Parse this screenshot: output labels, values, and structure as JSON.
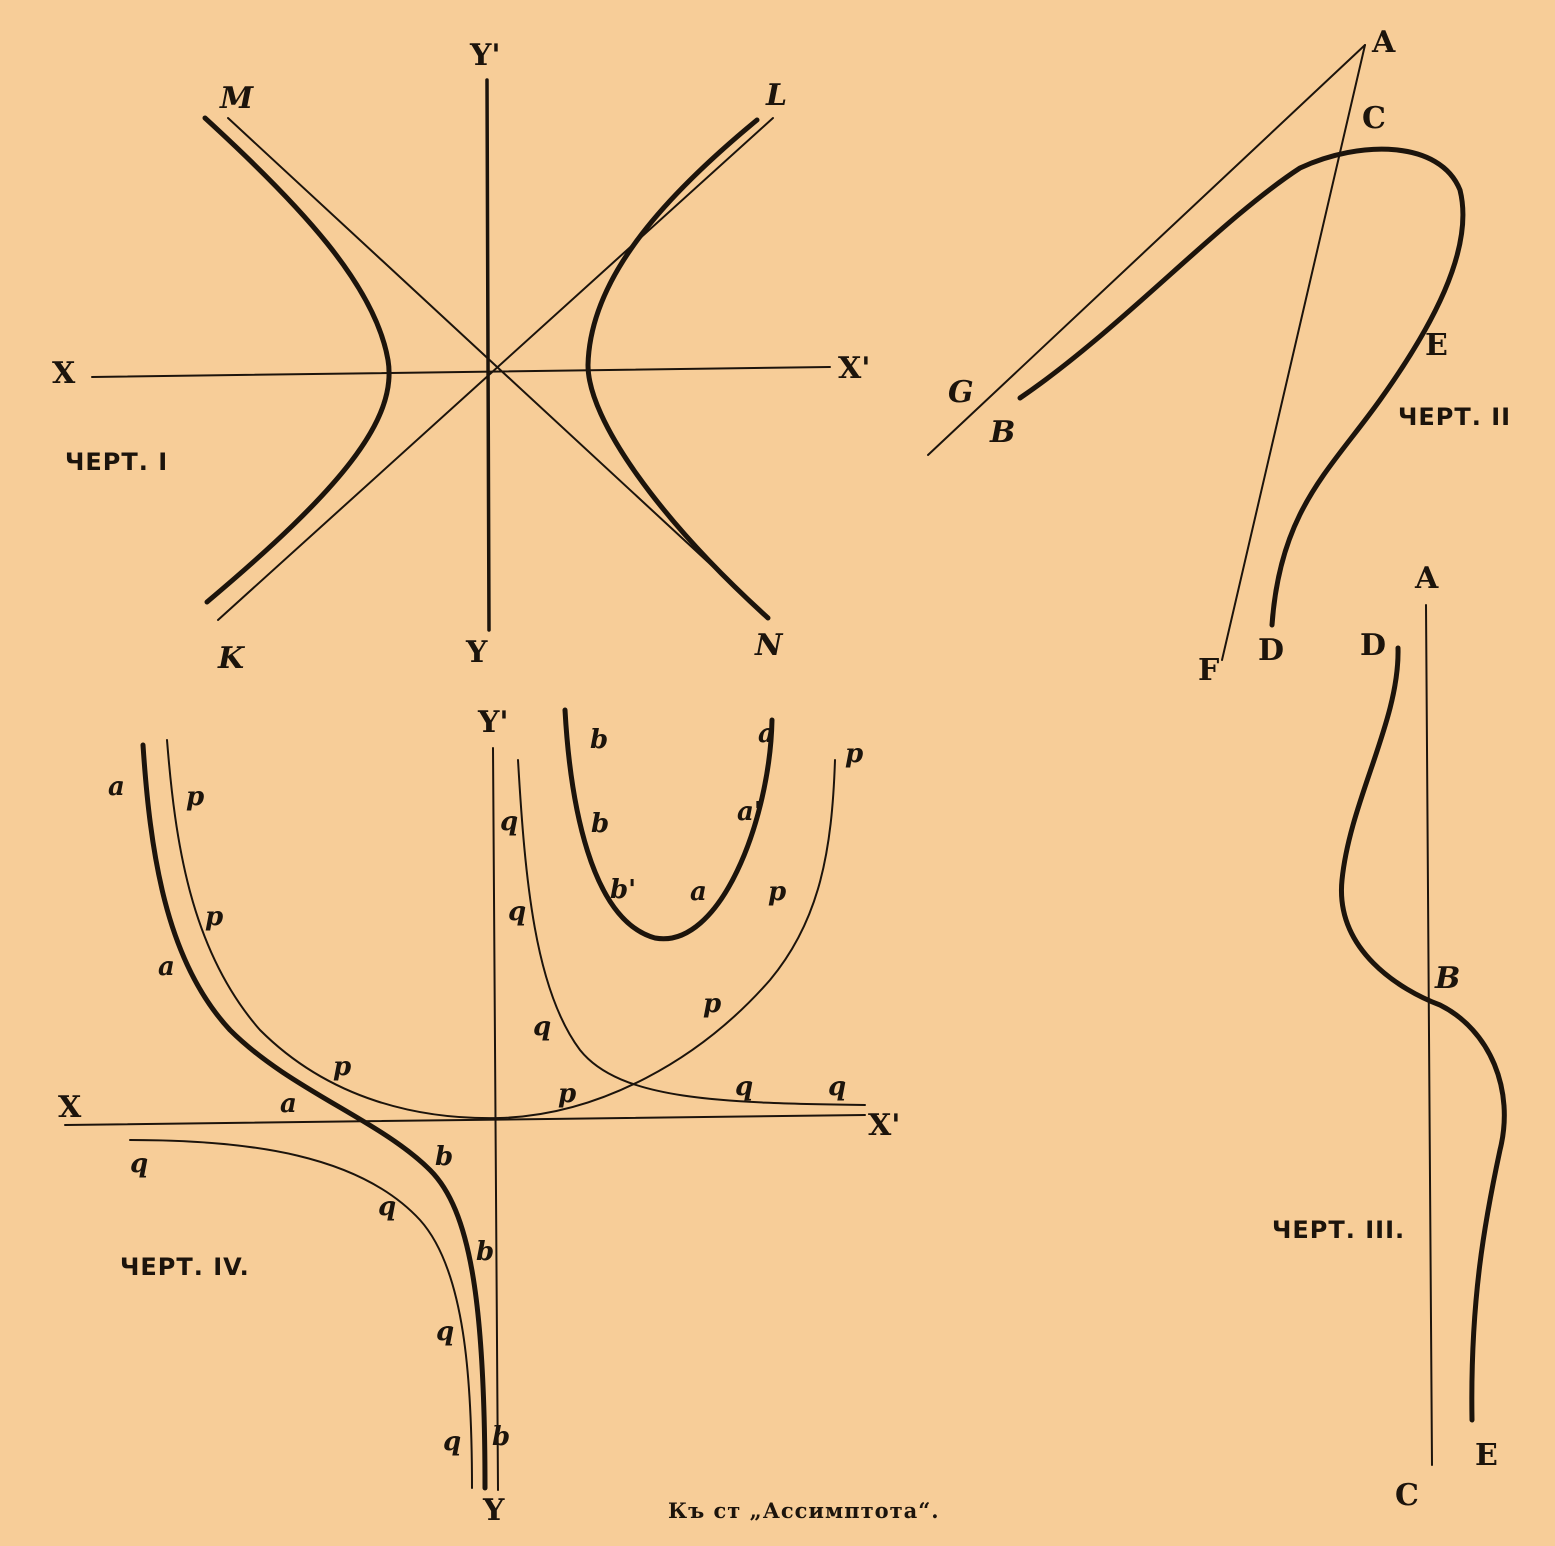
{
  "footer": "Къ ст „Ассимптота“.",
  "figure1": {
    "caption": "ЧЕРТ. I",
    "labels": {
      "Yp": "Y'",
      "Y": "Y",
      "X": "X",
      "Xp": "X'",
      "M": "M",
      "L": "L",
      "K": "K",
      "N": "N"
    }
  },
  "figure2": {
    "caption": "ЧЕРТ. II",
    "labels": {
      "A": "A",
      "C": "C",
      "E": "E",
      "G": "G",
      "B": "B",
      "F": "F",
      "D": "D"
    }
  },
  "figure3": {
    "caption": "ЧЕРТ. III.",
    "labels": {
      "A": "A",
      "D": "D",
      "B": "B",
      "E": "E",
      "C": "C"
    }
  },
  "figure4": {
    "caption": "ЧЕРТ. IV.",
    "labels": {
      "Yp": "Y'",
      "Y": "Y",
      "X": "X",
      "Xp": "X'",
      "a1": "a",
      "p1": "p",
      "p2": "p",
      "a2": "a",
      "p3": "p",
      "a3": "a",
      "b1": "b",
      "q1": "q",
      "q2": "q",
      "b2": "b",
      "q3": "q",
      "q4": "q",
      "b3": "b",
      "q5": "q",
      "q6": "q",
      "q7": "q",
      "p4": "p",
      "p5": "p",
      "q8": "q",
      "q9": "q",
      "b4": "b",
      "b5": "b",
      "b6": "b'",
      "a4": "a",
      "a5": "a'",
      "a6": "a",
      "p6": "p",
      "p7": "p"
    }
  }
}
